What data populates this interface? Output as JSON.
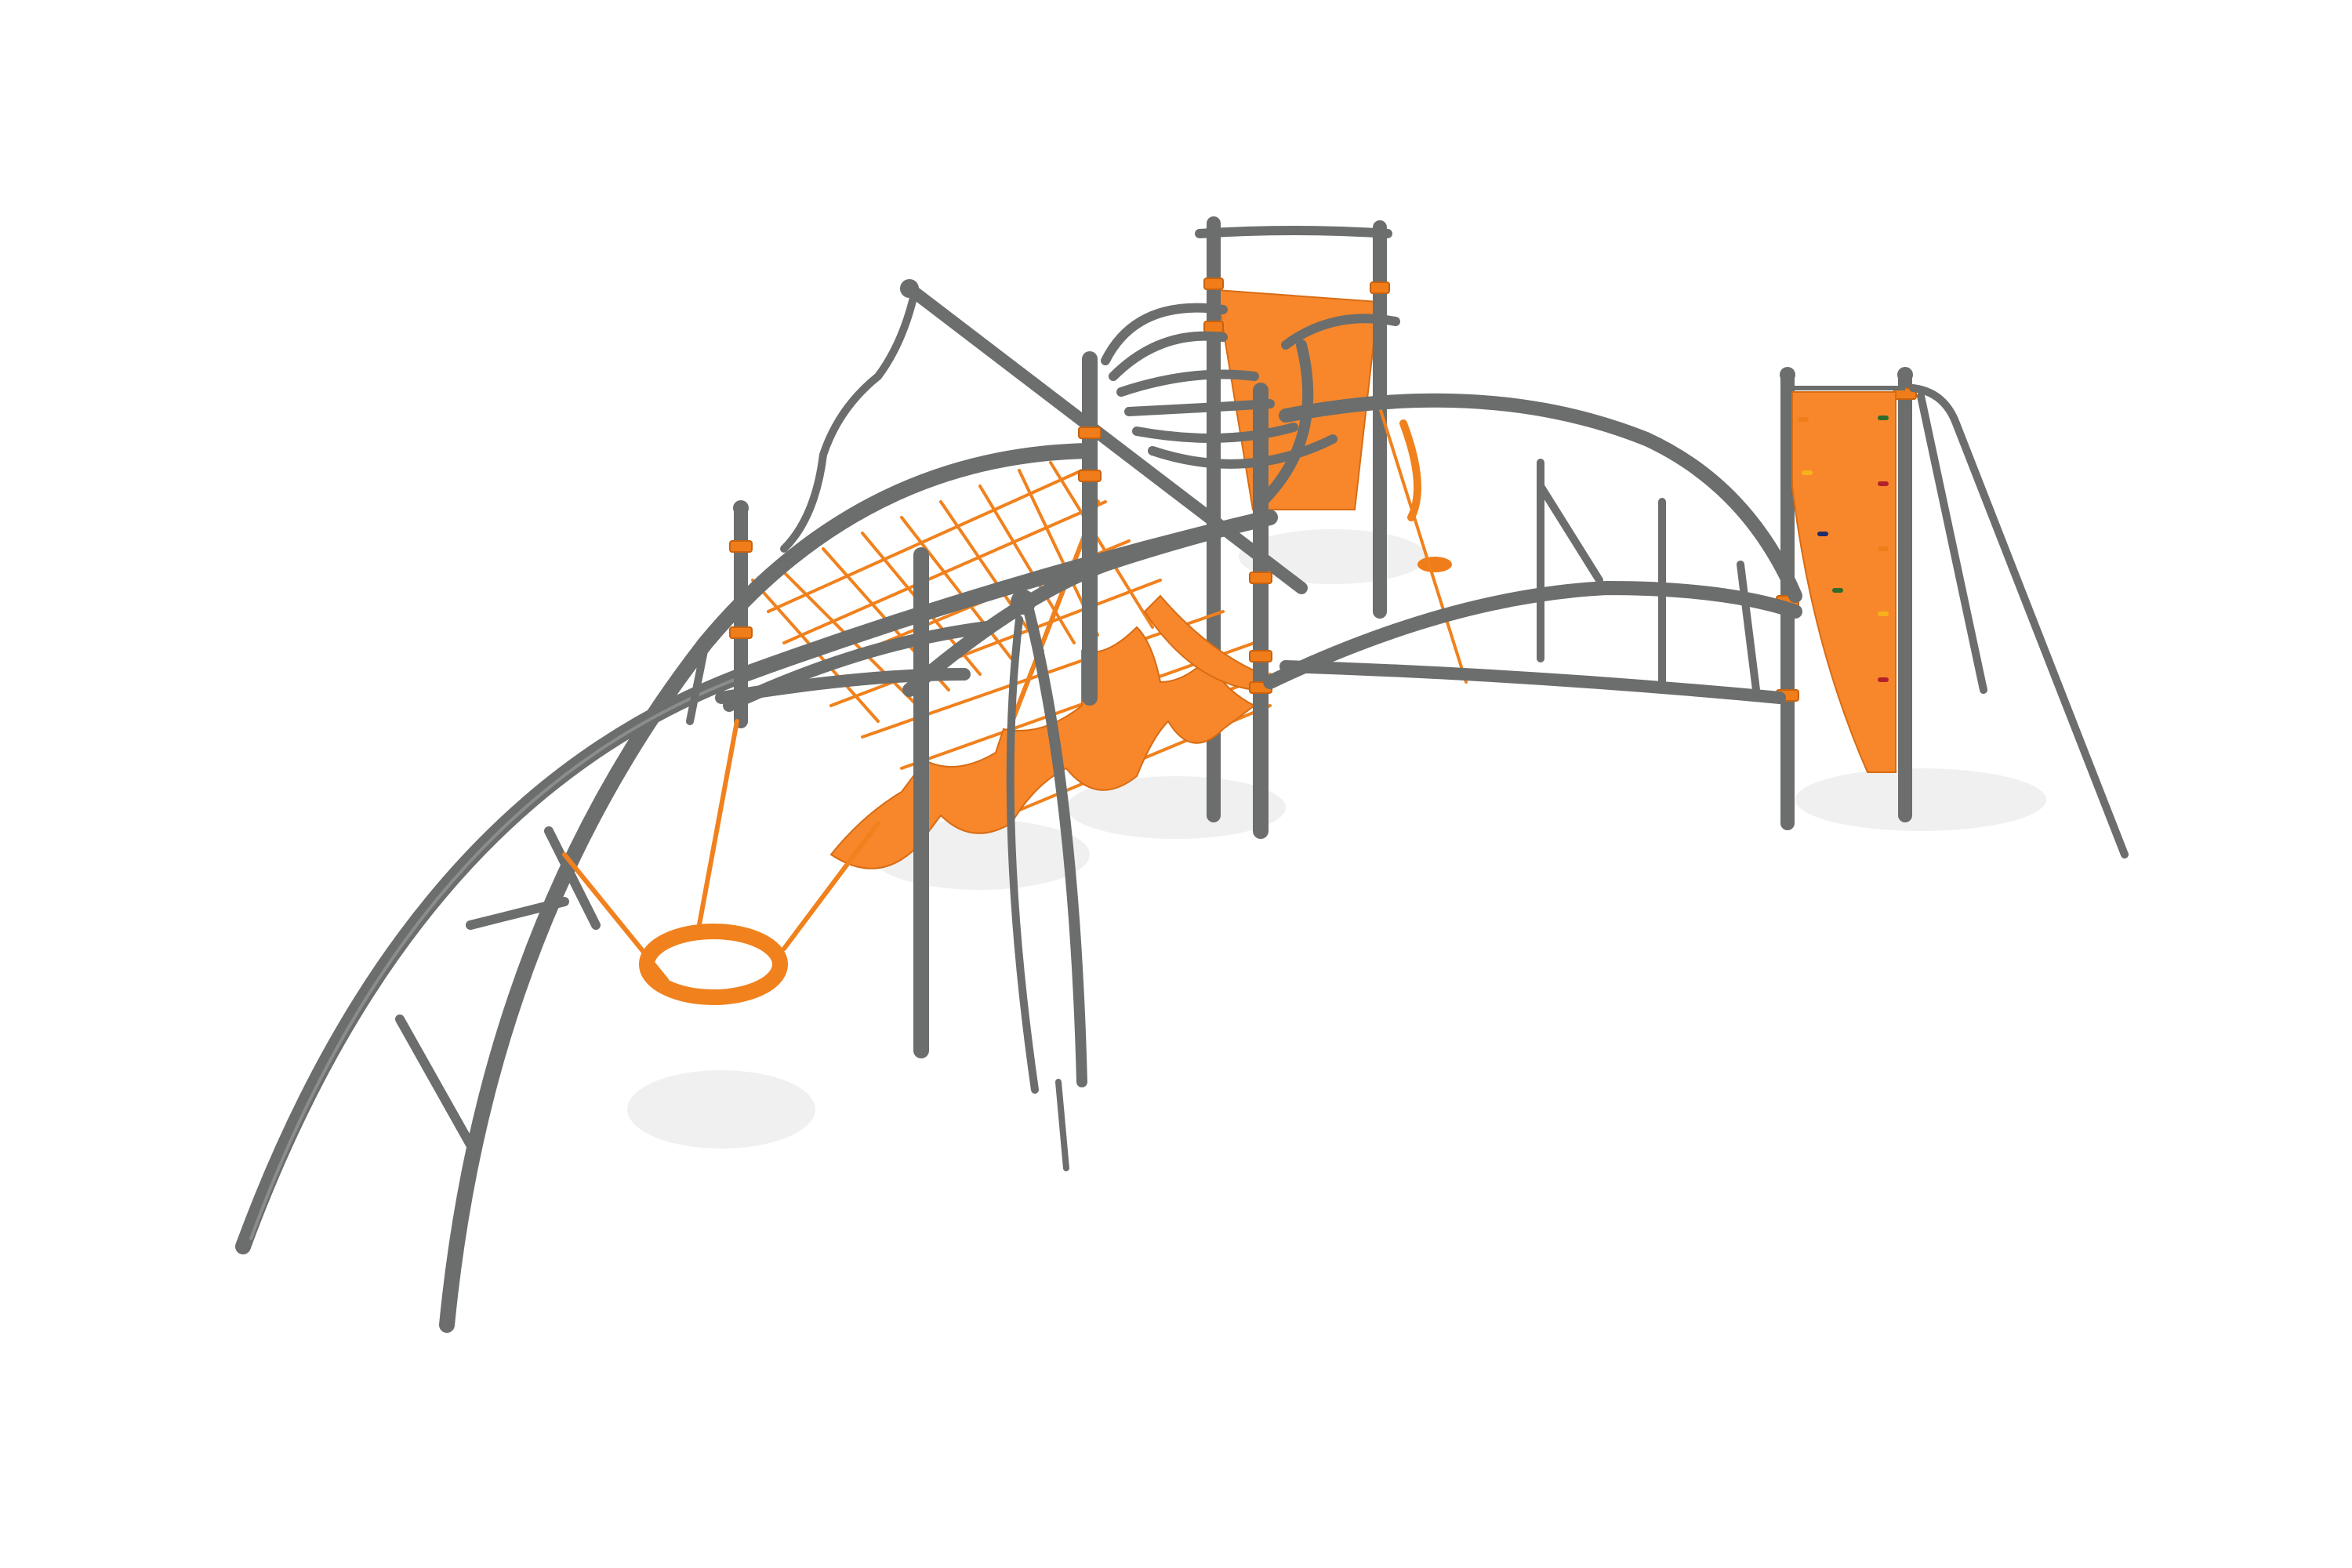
{
  "scene": {
    "description": "Rendered playground climbing structure with grey steel arches and posts, orange rope nets, orange bridge seats, a ring swing, orange panels and a climbing wall with colored holds on a white background",
    "background_color": "#ffffff"
  },
  "colors": {
    "steel": "#6b6e6c",
    "steel_highlight": "#8a8d8b",
    "orange": "#f8872b",
    "rope": "#f0811d",
    "hold_green": "#2f6b2a",
    "hold_red": "#b3222a",
    "hold_yellow": "#f5b21a",
    "hold_blue": "#1f2d6b",
    "hold_orange": "#f07d1a"
  },
  "components": [
    {
      "name": "left-arch",
      "type": "steel arch"
    },
    {
      "name": "rope-net",
      "type": "climbing net"
    },
    {
      "name": "ring-swing",
      "type": "ring swing"
    },
    {
      "name": "bridge-seats",
      "type": "orange wave bridge"
    },
    {
      "name": "rear-panel",
      "type": "orange panel"
    },
    {
      "name": "right-arch",
      "type": "steel arch"
    },
    {
      "name": "climbing-wall",
      "type": "climbing wall with holds"
    }
  ]
}
